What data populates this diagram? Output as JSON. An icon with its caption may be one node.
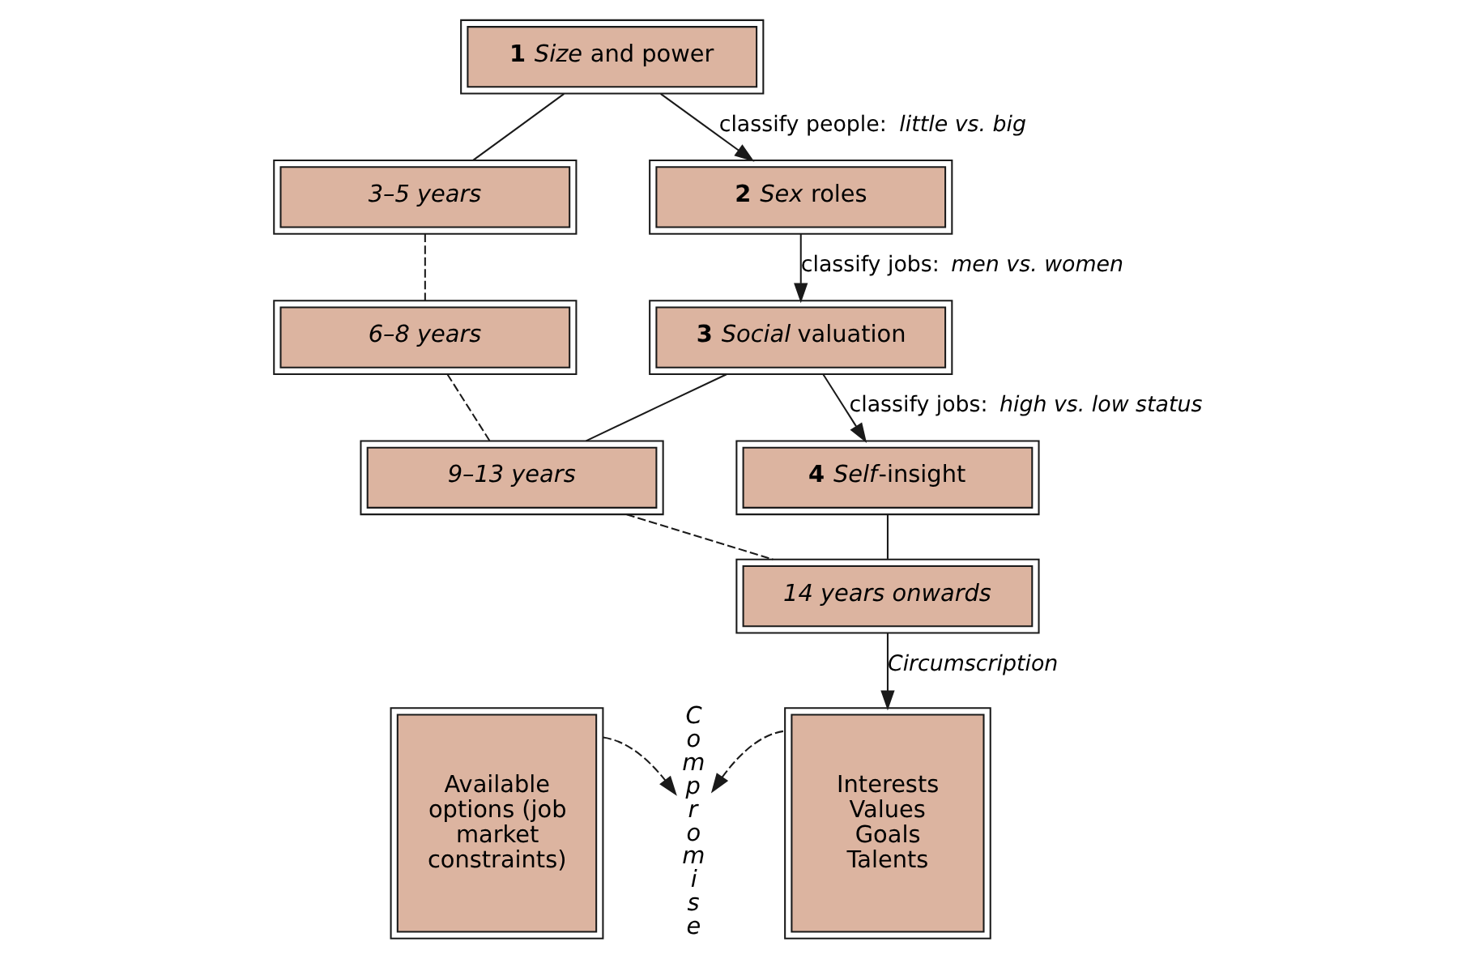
{
  "diagram": {
    "nodes": [
      {
        "text": [
          "**1** *Size* and power"
        ]
      },
      {
        "text": [
          "3–5 years"
        ]
      },
      {
        "text": [
          "**2** *Sex* roles"
        ]
      },
      {
        "text": [
          "6–8 years"
        ]
      },
      {
        "text": [
          "**3** *Social* valuation"
        ]
      },
      {
        "text": [
          "9–13 years"
        ]
      },
      {
        "text": [
          "**4** *Self*-insight"
        ]
      },
      {
        "text": [
          "14 years onwards"
        ]
      },
      {
        "text": [
          "Available options (job market constraints)"
        ]
      },
      {
        "text": [
          "Compromise"
        ]
      },
      {
        "text": [
          "Interests",
          "Values",
          "Goals",
          "Talents"
        ]
      }
    ],
    "edges": [
      {
        "from": 0,
        "to": 2,
        "arrow": "to",
        "label": "classify people: *little vs. big*"
      },
      {
        "from": 0,
        "to": 1,
        "arrow": "none"
      },
      {
        "from": 2,
        "to": 4,
        "arrow": "to",
        "label": "classify jobs: *men vs. women*"
      },
      {
        "from": 1,
        "to": 3,
        "arrow": "none",
        "style": "dashed"
      },
      {
        "from": 4,
        "to": 6,
        "arrow": "to",
        "label": "classify jobs: *high vs. low status*"
      },
      {
        "from": 4,
        "to": 5,
        "arrow": "none"
      },
      {
        "from": 3,
        "to": 5,
        "arrow": "none",
        "style": "dashed"
      },
      {
        "from": 6,
        "to": 7,
        "arrow": "none"
      },
      {
        "from": 5,
        "to": 7,
        "arrow": "none",
        "style": "dashed"
      },
      {
        "from": 7,
        "to": 10,
        "arrow": "to",
        "label": "Circumscription"
      },
      {
        "from": 8,
        "to": 9,
        "arrow": "to",
        "style": "dashed"
      },
      {
        "from": 10,
        "to": 9,
        "arrow": "to",
        "style": "dashed"
      }
    ]
  }
}
